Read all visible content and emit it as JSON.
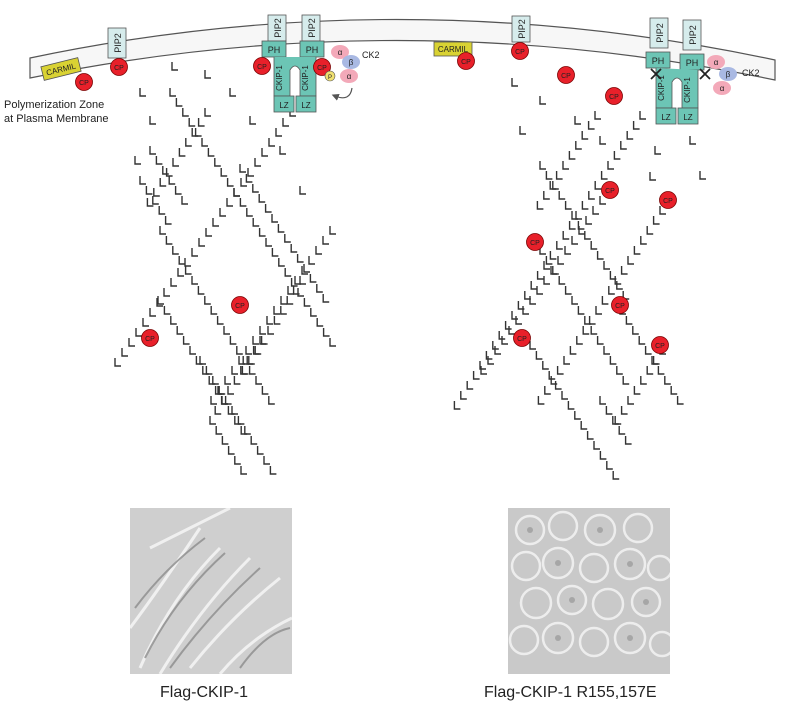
{
  "labels": {
    "zone_line1": "Polymerization Zone",
    "zone_line2": "at Plasma Membrane",
    "pip2": "PIP2",
    "ph": "PH",
    "ckip": "CKIP-1",
    "lz": "LZ",
    "cp": "CP",
    "carmil": "CARMIL",
    "ck2": "CK2",
    "alpha": "α",
    "beta": "β",
    "phospho": "P"
  },
  "captions": {
    "left": "Flag-CKIP-1",
    "right": "Flag-CKIP-1  R155,157E"
  },
  "colors": {
    "membrane": "#f7f7f7",
    "membrane_stroke": "#555555",
    "pip2_fill": "#d6ecec",
    "ckip_fill": "#6cc5b5",
    "cp_fill": "#e8202a",
    "carmil_fill": "#d9d233",
    "ck2_alpha": "#f3a9b9",
    "ck2_beta": "#a9b9e3",
    "phospho_fill": "#f0e070",
    "filament": "#333333"
  },
  "icons": {
    "inhibition": "x-mark-icon",
    "arrow": "curved-arrow-icon"
  }
}
